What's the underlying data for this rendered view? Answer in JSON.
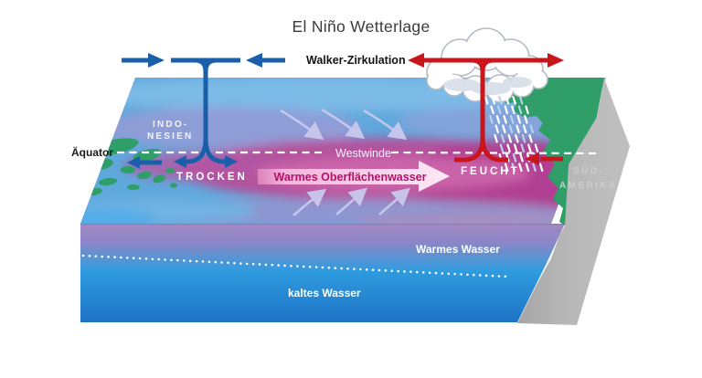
{
  "title": "El Niño Wetterlage",
  "labels": {
    "walker": "Walker-Zirkulation",
    "aequator": "Äquator",
    "westwinde": "Westwinde",
    "indonesien_line1": "INDO-",
    "indonesien_line2": "NESIEN",
    "trocken": "TROCKEN",
    "feucht": "FEUCHT",
    "suedamerika_line1": "SÜD-",
    "suedamerika_line2": "AMERIKA",
    "warmes_oberflaechenwasser": "Warmes Oberflächenwasser",
    "warmes_wasser": "Warmes Wasser",
    "kaltes_wasser": "kaltes Wasser"
  },
  "colors": {
    "circulation_blue": "#1b5ea9",
    "circulation_red": "#c9161c",
    "land_green": "#2f9e68",
    "rock_gray": "#b2b2b2",
    "warm_pool_pink": "#bb4a97",
    "surface_blue": "#5fa8dc",
    "warm_water_purple": "#9d82c2",
    "cold_water_blue": "#1f7ecc",
    "wind_arrow_lavender": "#c9c9ee",
    "equator_line_white": "#ffffff"
  }
}
